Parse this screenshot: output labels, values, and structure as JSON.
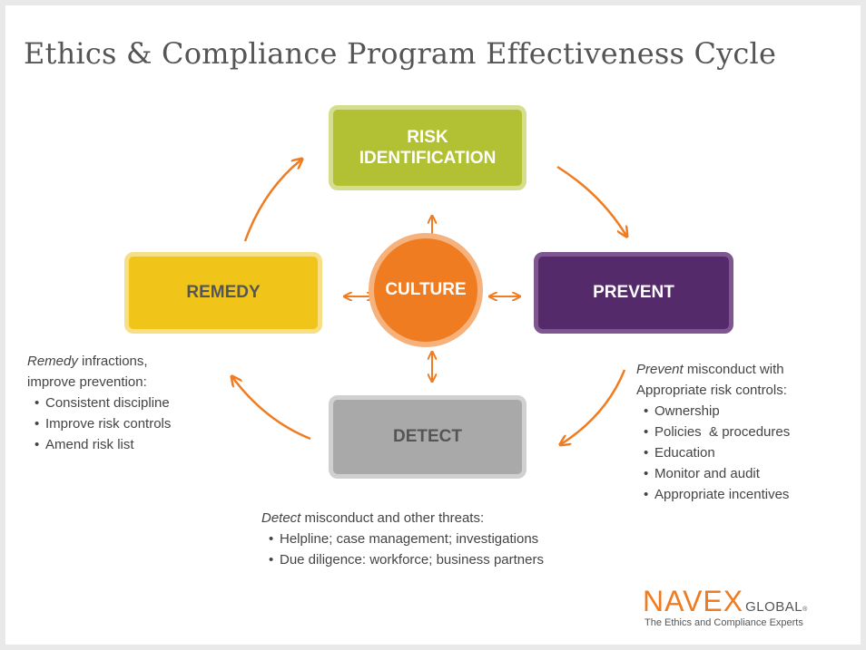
{
  "title": "Ethics & Compliance Program Effectiveness Cycle",
  "colors": {
    "risk": "#b2c134",
    "remedy": "#f1c41a",
    "prevent": "#552a6b",
    "detect": "#a9a9a9",
    "culture": "#f07c22",
    "arrow": "#f07c22"
  },
  "nodes": {
    "risk_line1": "RISK",
    "risk_line2": "IDENTIFICATION",
    "remedy": "REMEDY",
    "prevent": "PREVENT",
    "detect": "DETECT",
    "culture": "CULTURE"
  },
  "remedy_text": {
    "lead_em": "Remedy",
    "lead_rest": " infractions,",
    "line2": "improve prevention:",
    "items": [
      "Consistent discipline",
      "Improve risk controls",
      "Amend risk list"
    ]
  },
  "prevent_text": {
    "lead_em": "Prevent",
    "lead_rest": " misconduct with",
    "line2": "Appropriate risk controls:",
    "items": [
      "Ownership",
      "Policies  & procedures",
      "Education",
      "Monitor and audit",
      "Appropriate incentives"
    ]
  },
  "detect_text": {
    "lead_em": "Detect",
    "lead_rest": " misconduct and other threats:",
    "items": [
      "Helpline; case management; investigations",
      "Due diligence: workforce; business partners"
    ]
  },
  "logo": {
    "brand": "NAVEX",
    "brand_suffix": "GLOBAL",
    "registered": "®",
    "tagline": "The Ethics and Compliance Experts"
  }
}
